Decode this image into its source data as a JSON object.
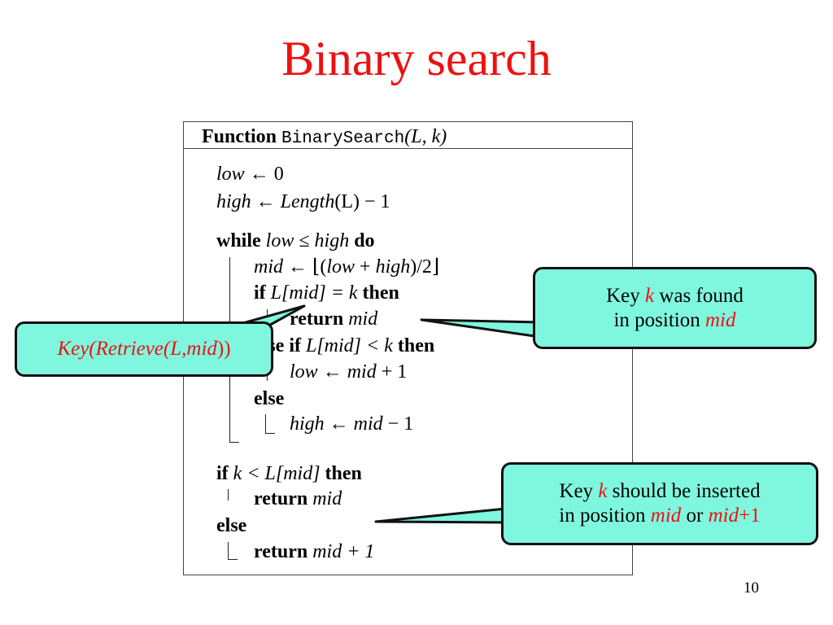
{
  "slide": {
    "title": "Binary search",
    "page_number": "10"
  },
  "algorithm": {
    "header": {
      "kw": "Function",
      "name": "BinarySearch",
      "params": "(L, k)"
    },
    "lines": {
      "l1": {
        "a": "low",
        "b": " ← 0"
      },
      "l2": {
        "a": "high",
        "b": " ← ",
        "c": "Length",
        "d": "(L) − 1"
      },
      "l3": {
        "kw1": "while",
        "a": " low ≤ high ",
        "kw2": "do"
      },
      "l4": {
        "a": "mid",
        "b": " ← ⌊(",
        "c": "low",
        "d": " + ",
        "e": "high",
        "f": ")/2⌋"
      },
      "l5": {
        "kw1": "if",
        "a": " L[mid] = k ",
        "kw2": "then"
      },
      "l6": {
        "kw": "return",
        "a": " mid"
      },
      "l7": {
        "kw1": "else if",
        "a": " L[mid] < k ",
        "kw2": "then"
      },
      "l8": {
        "a": "low",
        "b": " ← ",
        "c": "mid",
        "d": " + 1"
      },
      "l9": {
        "kw": "else"
      },
      "l10": {
        "a": "high",
        "b": " ← ",
        "c": "mid",
        "d": " − 1"
      },
      "l11": {
        "kw1": "if",
        "a": " k < L[mid] ",
        "kw2": "then"
      },
      "l12": {
        "kw": "return",
        "a": " mid"
      },
      "l13": {
        "kw": "else"
      },
      "l14": {
        "kw": "return",
        "a": " mid + 1"
      }
    }
  },
  "callouts": {
    "retrieve": {
      "p1": "Key(Retrieve(",
      "p2": "L",
      "p3": ",",
      "p4": "mid",
      "p5": "))"
    },
    "found": {
      "pre": "Key ",
      "k": "k",
      "post": " was found",
      "pos": "in position ",
      "mid": "mid"
    },
    "insert": {
      "pre": "Key ",
      "k": "k",
      "post": " should be inserted",
      "pos": "in position ",
      "mid": "mid",
      "or": " or ",
      "mid2": "mid",
      "plus": "+1"
    }
  },
  "colors": {
    "title": "#ee1111",
    "callout_fill": "#7ff7df",
    "highlight": "#ee1111"
  }
}
